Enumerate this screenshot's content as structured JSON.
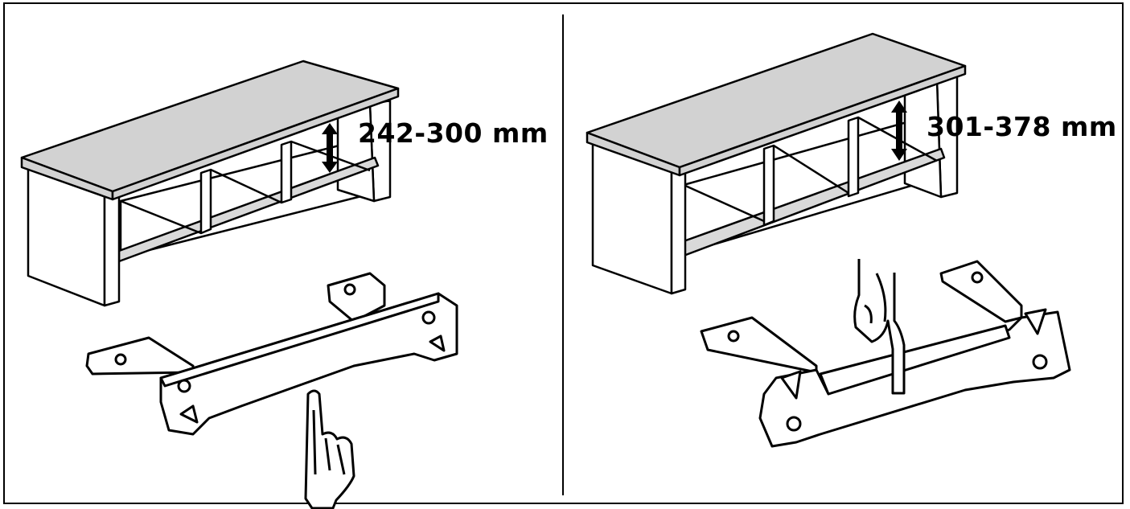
{
  "panels": [
    {
      "id": "low-bracket",
      "height_label": "242-300 mm"
    },
    {
      "id": "high-bracket",
      "height_label": "301-378 mm"
    }
  ],
  "colors": {
    "top_surface": "#d2d2d2",
    "shelf": "#d9d9d9",
    "line": "#000000",
    "background": "#ffffff"
  },
  "icons": [
    "double-arrow-icon",
    "pointing-hand-icon"
  ]
}
